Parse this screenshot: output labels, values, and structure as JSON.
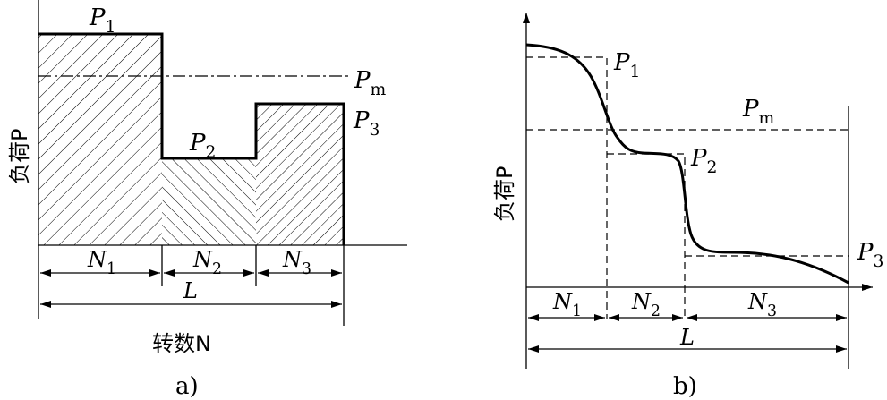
{
  "diagram_a": {
    "caption": "a)",
    "ylabel": "负荷P",
    "xlabel": "转数N",
    "blocks": [
      {
        "load_label": "P1",
        "span_label": "N1"
      },
      {
        "load_label": "P2",
        "span_label": "N2"
      },
      {
        "load_label": "P3",
        "span_label": "N3"
      }
    ],
    "mean_label": "Pm",
    "total_label": "L"
  },
  "diagram_b": {
    "caption": "b)",
    "ylabel": "负荷P",
    "levels": [
      {
        "load_label": "P1",
        "span_label": "N1"
      },
      {
        "load_label": "P2",
        "span_label": "N2"
      },
      {
        "load_label": "P3",
        "span_label": "N3"
      }
    ],
    "mean_label": "Pm",
    "total_label": "L"
  }
}
